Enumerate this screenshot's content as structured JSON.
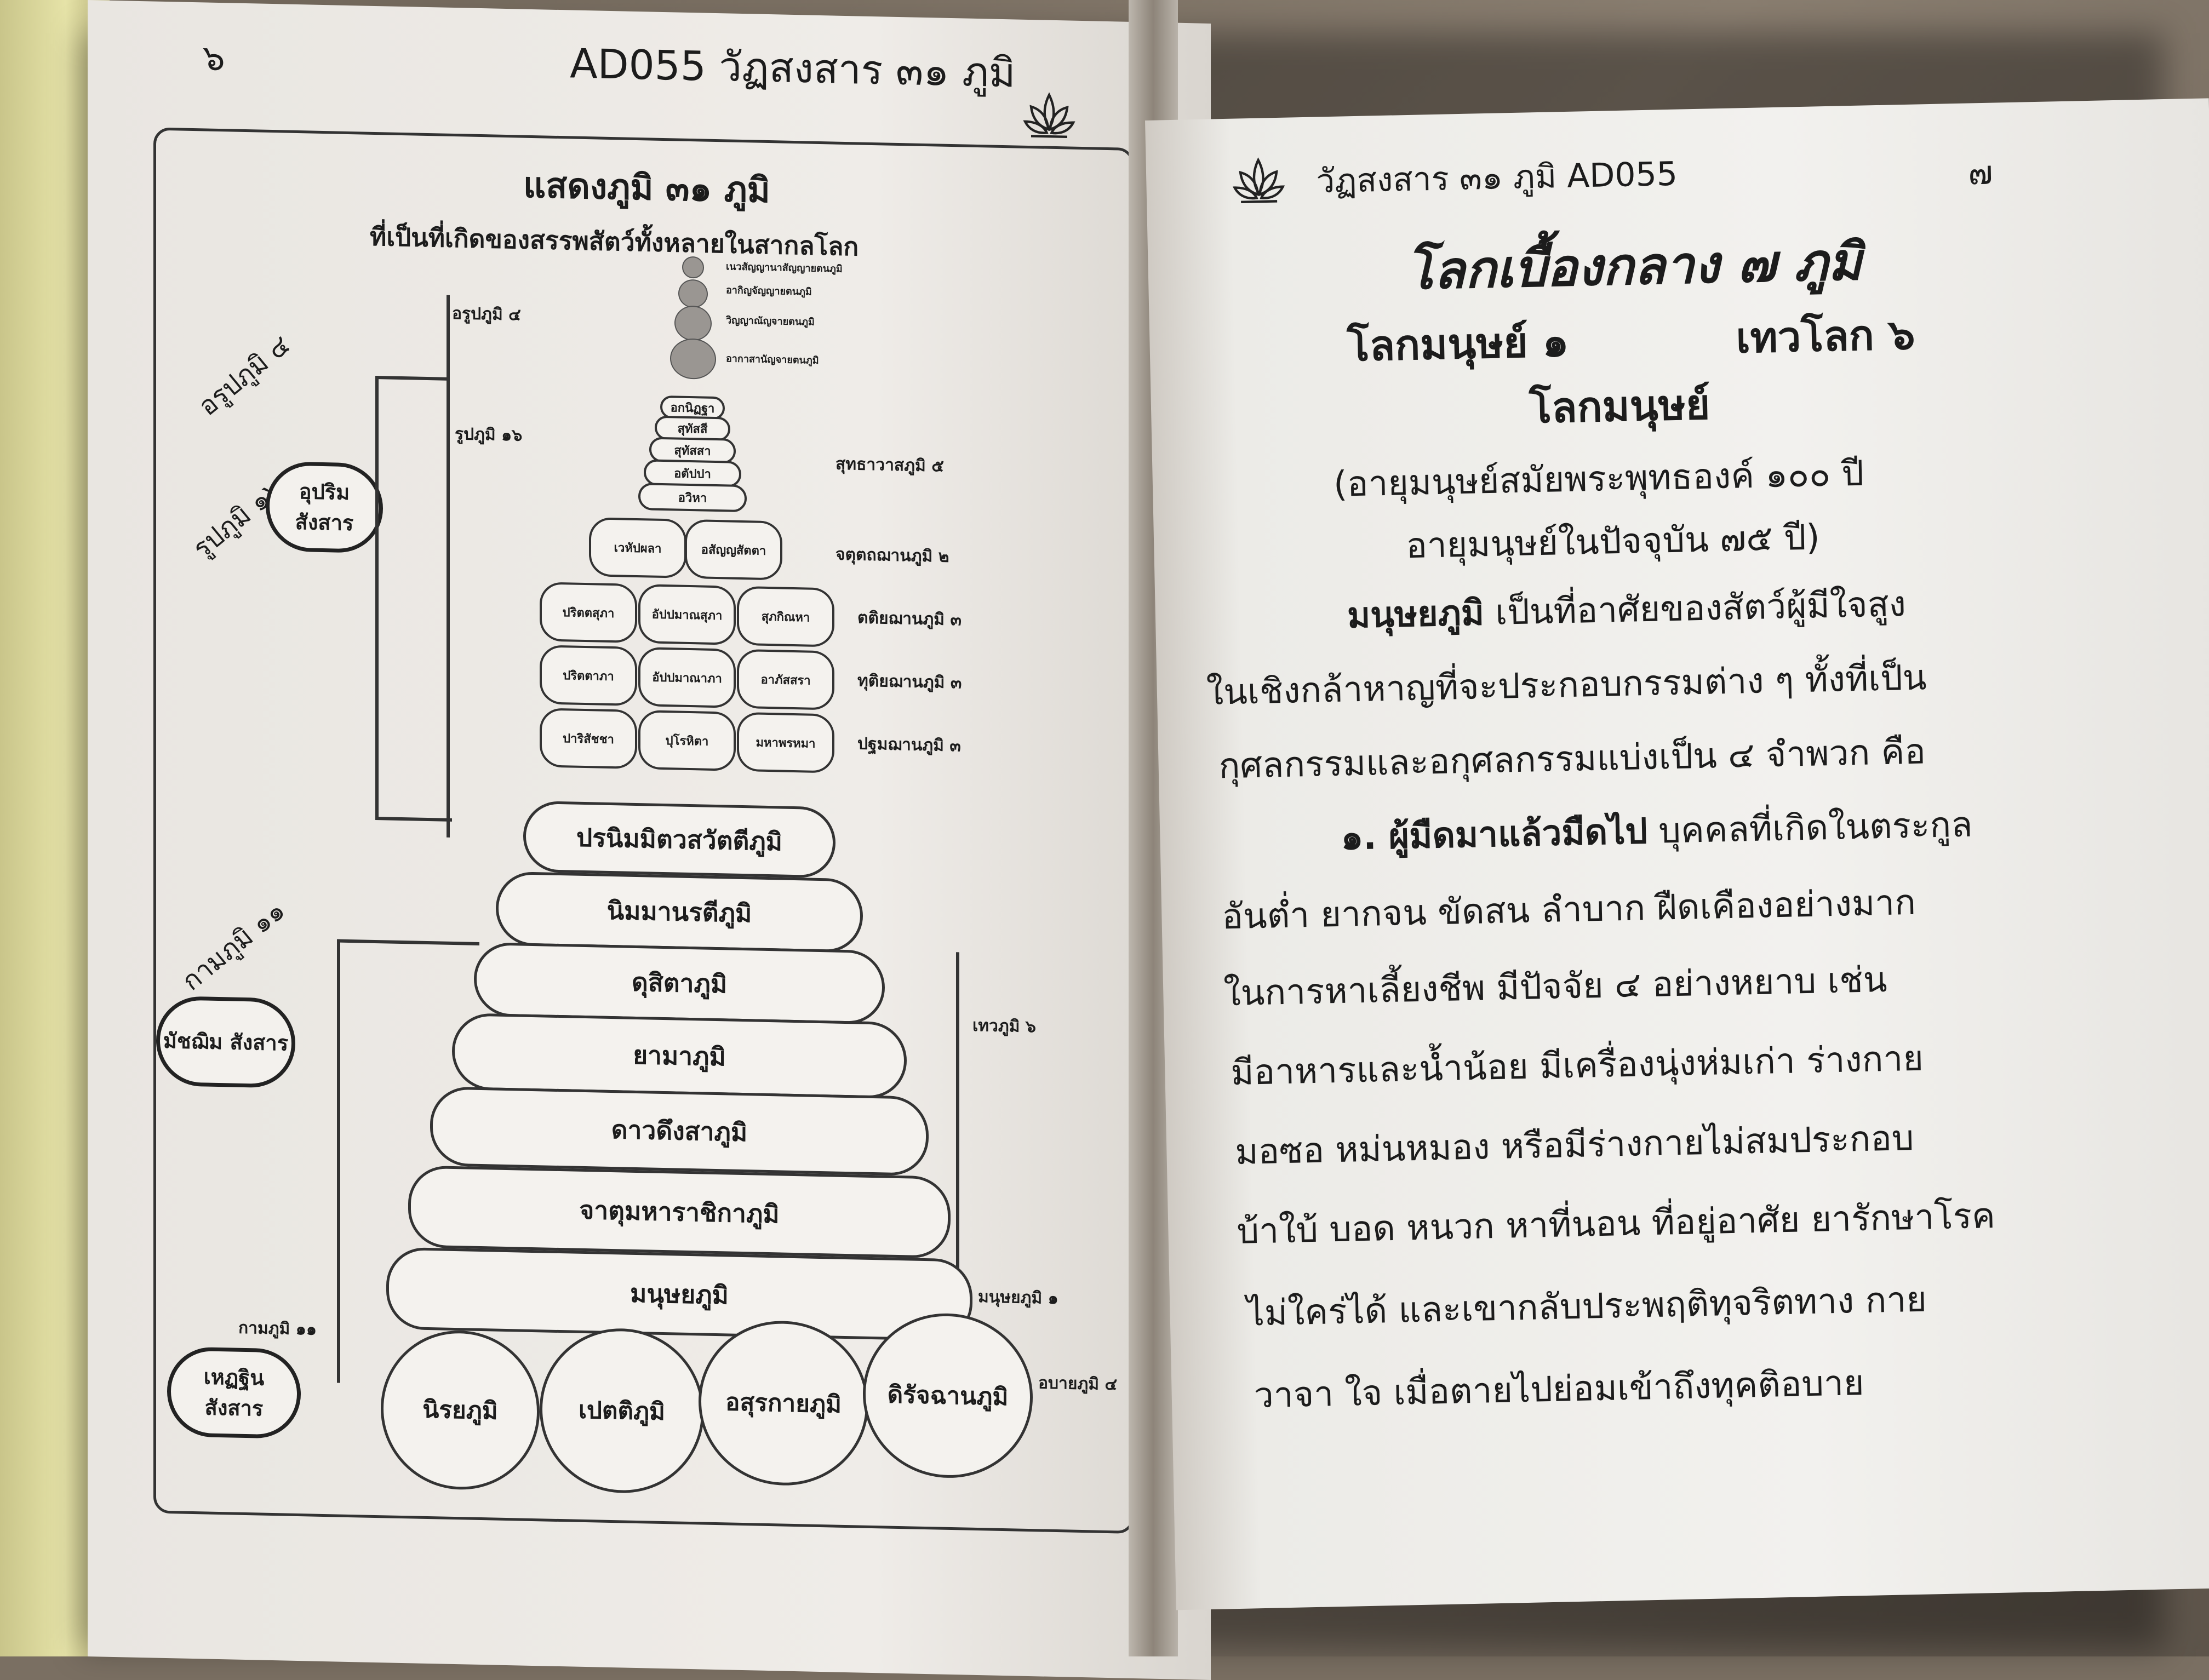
{
  "left_page": {
    "page_number": "๖",
    "running_head": "AD055   วัฏสงสาร ๓๑ ภูมิ",
    "diagram": {
      "title": "แสดงภูมิ  ๓๑ ภูมิ",
      "subtitle": "ที่เป็นที่เกิดของสรรพสัตว์ทั้งหลายในสากลโลก",
      "side_labels": [
        "อรูปภูมิ ๔",
        "รูปภูมิ ๑๖",
        "กามภูมิ ๑๑"
      ],
      "cycles": [
        "อุปริม สังสาร",
        "มัชฌิม สังสาร",
        "เหฏฐิน สังสาร"
      ],
      "arupa_label": "อรูปภูมิ ๔",
      "arupa_levels": [
        "เนวสัญญานาสัญญายตนภูมิ",
        "อากิญจัญญายตนภูมิ",
        "วิญญาณัญจายตนภูมิ",
        "อากาสานัญจายตนภูมิ"
      ],
      "rupa_label": "รูปภูมิ ๑๖",
      "suddhavasa": [
        "อกนิฏฐา",
        "สุทัสสี",
        "สุทัสสา",
        "อตัปปา",
        "อวิหา"
      ],
      "suddhavasa_label": "สุทธาวาสภูมิ ๕",
      "fourth_jhana": [
        "เวหัปผลา",
        "อสัญญสัตตา"
      ],
      "fourth_jhana_label": "จตุตถฌานภูมิ ๒",
      "third_jhana": [
        "ปริตตสุภา",
        "อัปปมาณสุภา",
        "สุภกิณหา"
      ],
      "third_jhana_label": "ตติยฌานภูมิ ๓",
      "second_jhana": [
        "ปริตตาภา",
        "อัปปมาณาภา",
        "อาภัสสรา"
      ],
      "second_jhana_label": "ทุติยฌานภูมิ ๓",
      "first_jhana": [
        "ปาริสัชชา",
        "ปุโรหิตา",
        "มหาพรหมา"
      ],
      "first_jhana_label": "ปฐมฌานภูมิ ๓",
      "deva_levels": [
        "ปรนิมมิตวสวัตตีภูมิ",
        "นิมมานรตีภูมิ",
        "ดุสิตาภูมิ",
        "ยามาภูมิ",
        "ดาวดึงสาภูมิ",
        "จาตุมหาราชิกาภูมิ"
      ],
      "deva_label": "เทวภูมิ ๖",
      "human_level": "มนุษยภูมิ",
      "human_label": "มนุษยภูมิ ๑",
      "kama_label": "กามภูมิ ๑๑",
      "apaya": [
        "นิรยภูมิ",
        "เปตติภูมิ",
        "อสุรกายภูมิ",
        "ดิรัจฉานภูมิ"
      ],
      "apaya_label": "อบายภูมิ ๔"
    }
  },
  "right_page": {
    "running_head": "วัฏสงสาร ๓๑ ภูมิ  AD055",
    "page_number": "๗",
    "title": "โลกเบื้องกลาง ๗ ภูมิ",
    "subtitle_a": "โลกมนุษย์ ๑",
    "subtitle_b": "เทวโลก ๖",
    "heading": "โลกมนุษย์",
    "note_1": "(อายุมนุษย์สมัยพระพุทธองค์ ๑๐๐ ปี",
    "note_2": "อายุมนุษย์ในปัจจุบัน ๗๕ ปี)",
    "lines": [
      {
        "bold": "มนุษยภูมิ",
        "text": " เป็นที่อาศัยของสัตว์ผู้มีใจสูง"
      },
      {
        "bold": "",
        "text": "ในเชิงกล้าหาญที่จะประกอบกรรมต่าง ๆ ทั้งที่เป็น"
      },
      {
        "bold": "",
        "text": "กุศลกรรมและอกุศลกรรมแบ่งเป็น ๔ จำพวก คือ"
      },
      {
        "bold": "๑.  ผู้มืดมาแล้วมืดไป",
        "text": " บุคคลที่เกิดในตระกูล"
      },
      {
        "bold": "",
        "text": "อันต่ำ ยากจน ขัดสน ลำบาก ฝืดเคืองอย่างมาก"
      },
      {
        "bold": "",
        "text": "ในการหาเลี้ยงชีพ มีปัจจัย ๔ อย่างหยาบ เช่น"
      },
      {
        "bold": "",
        "text": "มีอาหารและน้ำน้อย มีเครื่องนุ่งห่มเก่า ร่างกาย"
      },
      {
        "bold": "",
        "text": "มอซอ หม่นหมอง หรือมีร่างกายไม่สมประกอบ"
      },
      {
        "bold": "",
        "text": "บ้าใบ้ บอด หนวก หาที่นอน ที่อยู่อาศัย ยารักษาโรค"
      },
      {
        "bold": "",
        "text": "ไม่ใคร่ได้ และเขากลับประพฤติทุจริตทาง กาย"
      },
      {
        "bold": "",
        "text": "วาจา ใจ เมื่อตายไปย่อมเข้าถึงทุคติอบาย"
      }
    ]
  }
}
